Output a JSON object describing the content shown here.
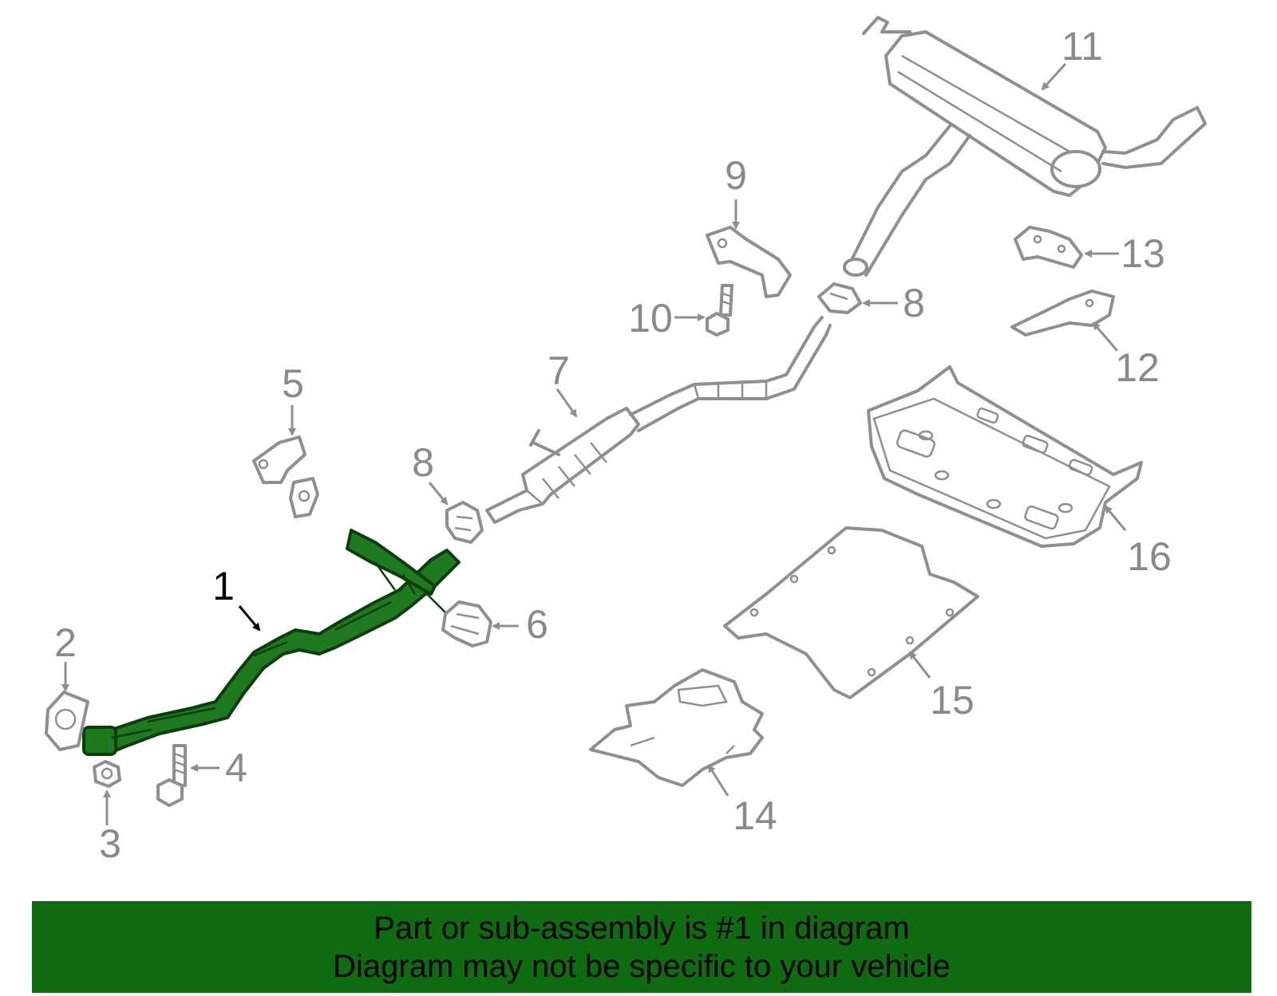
{
  "callouts": {
    "c1": "1",
    "c2": "2",
    "c3": "3",
    "c4": "4",
    "c5": "5",
    "c6": "6",
    "c7": "7",
    "c8a": "8",
    "c8b": "8",
    "c9": "9",
    "c10": "10",
    "c11": "11",
    "c12": "12",
    "c13": "13",
    "c14": "14",
    "c15": "15",
    "c16": "16"
  },
  "banner": {
    "line1": "Part or sub-assembly is #1 in diagram",
    "line2": "Diagram may not be specific to your vehicle"
  },
  "colors": {
    "highlight": "#1f7a1f",
    "banner": "#0f6b0f",
    "parts": "#8f8f8f"
  }
}
